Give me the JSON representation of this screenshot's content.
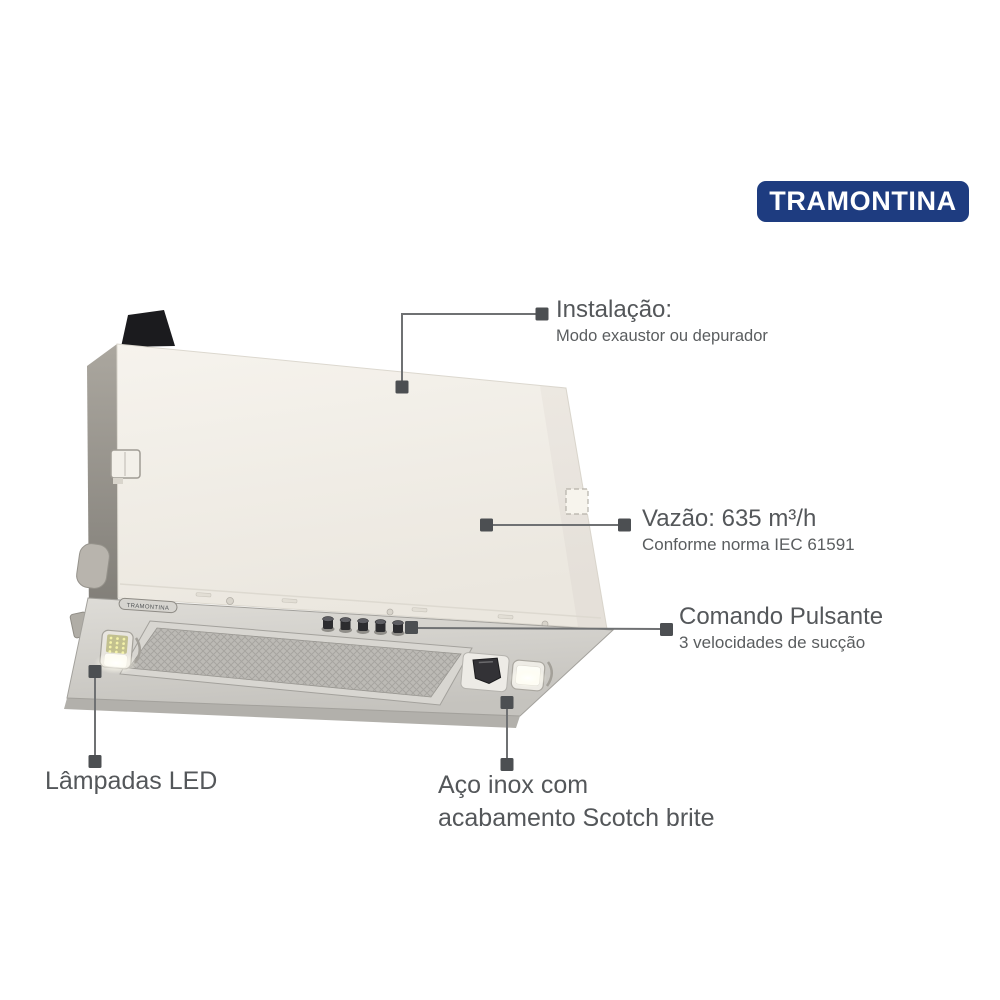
{
  "logo": {
    "text": "TRAMONTINA",
    "bg_color": "#1e3c80",
    "text_color": "#ffffff"
  },
  "product": {
    "badge_text": "TRAMONTINA",
    "buttons_count": 5,
    "colors": {
      "body_cream": "#f3f0e9",
      "side_gray": "#9c988f",
      "cap_black": "#1b1b1e",
      "steel_panel": "#d5d3ce",
      "filter_mesh": "#bcbab5",
      "callout_line": "#6f7173",
      "callout_marker": "#4c4f52",
      "text_gray": "#54575a"
    }
  },
  "callouts": {
    "instalacao": {
      "title": "Instalação:",
      "subtitle": "Modo exaustor ou depurador"
    },
    "vazao": {
      "title": "Vazão: 635 m³/h",
      "subtitle": "Conforme norma IEC 61591"
    },
    "comando": {
      "title": "Comando Pulsante",
      "subtitle": "3 velocidades de sucção"
    },
    "lampadas": {
      "title": "Lâmpadas LED"
    },
    "aco_inox": {
      "title_line1": "Aço inox com",
      "title_line2": "acabamento Scotch brite"
    }
  }
}
